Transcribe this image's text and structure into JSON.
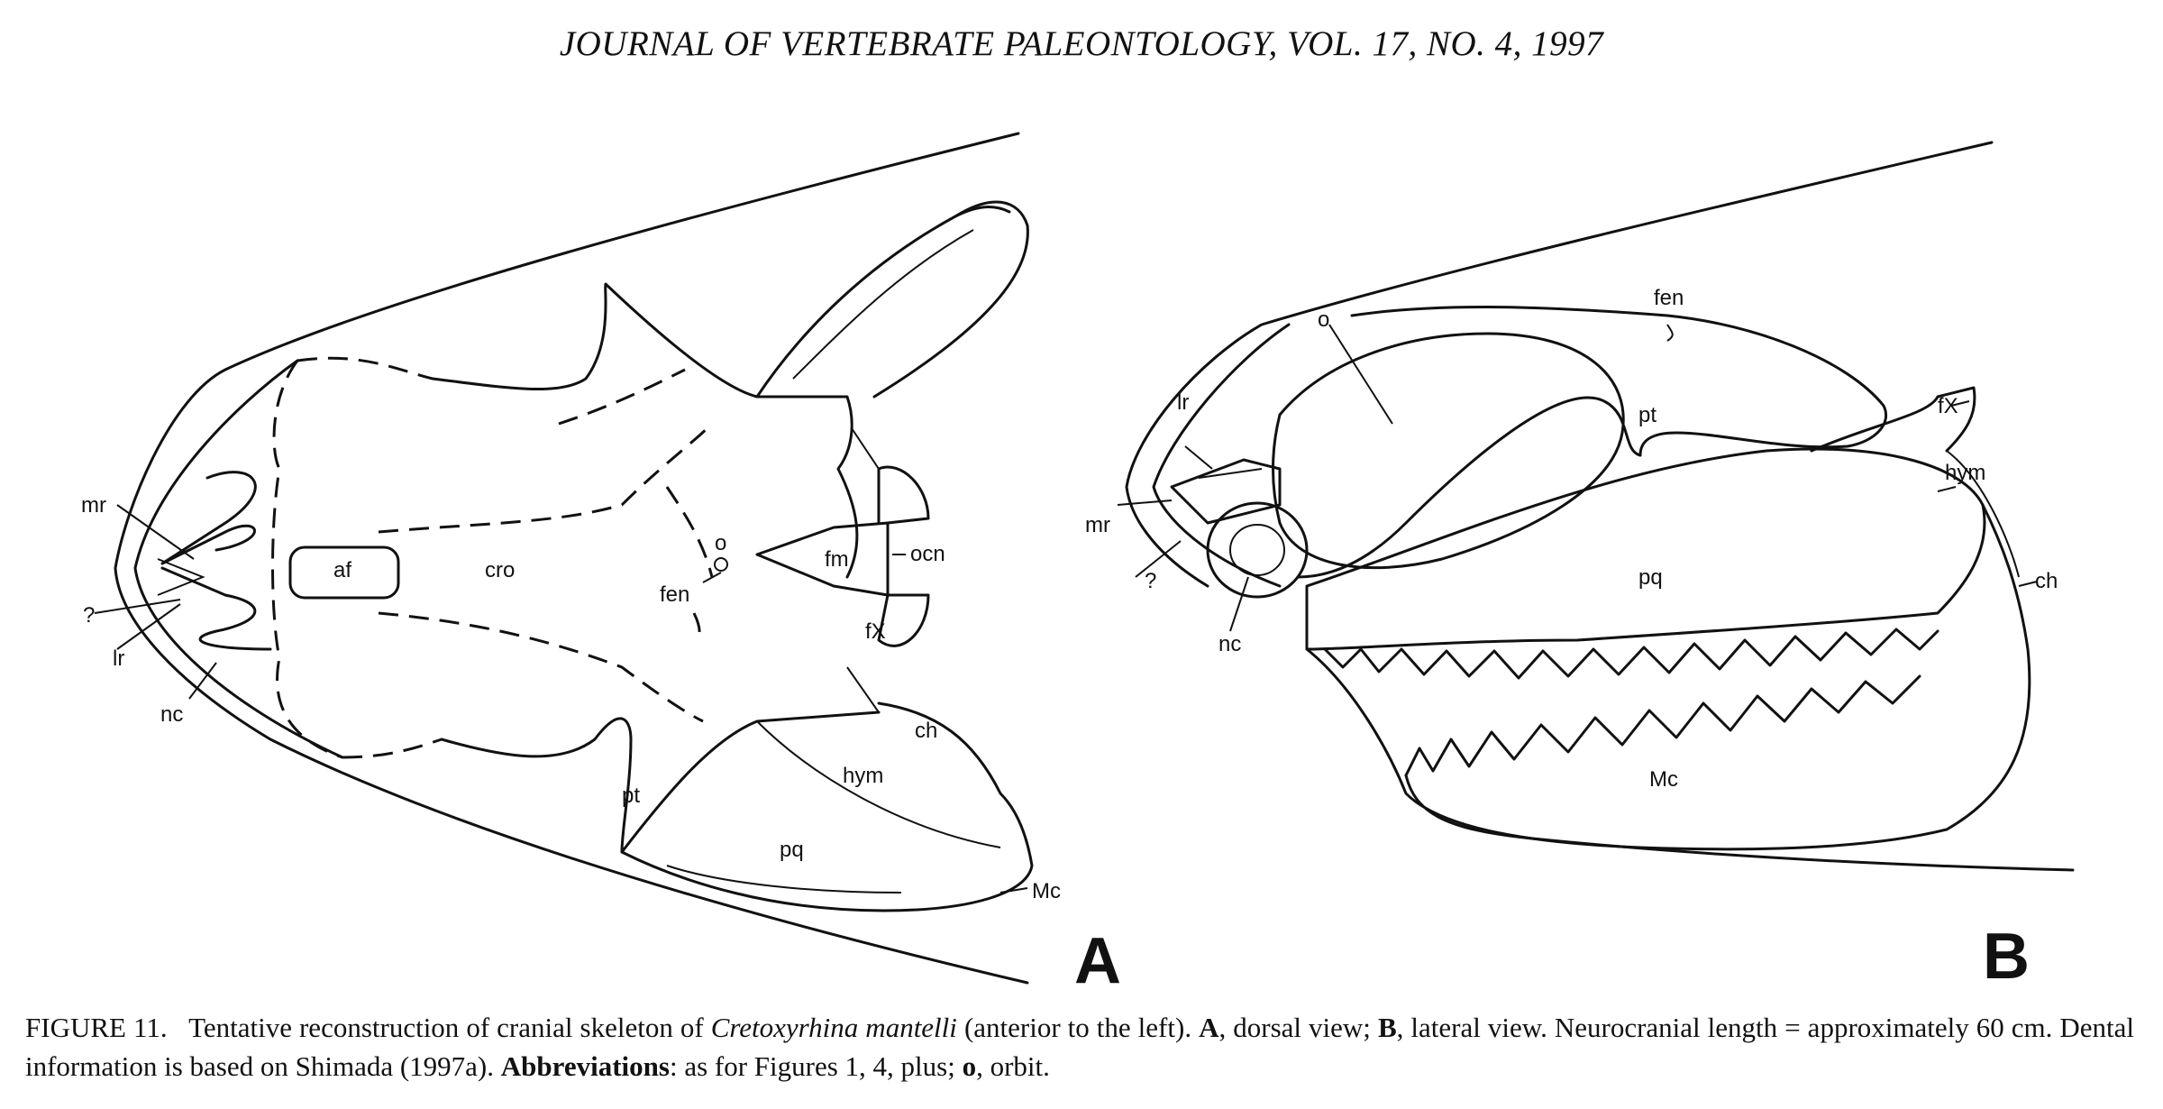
{
  "header": "JOURNAL OF VERTEBRATE PALEONTOLOGY, VOL. 17, NO. 4, 1997",
  "panel_a": {
    "letter": "A",
    "labels": {
      "mr": "mr",
      "q": "?",
      "lr": "lr",
      "nc": "nc",
      "af": "af",
      "cro": "cro",
      "o": "o",
      "fen": "fen",
      "fm": "fm",
      "ocn": "ocn",
      "fX": "fX",
      "ch": "ch",
      "hym": "hym",
      "pt": "pt",
      "pq": "pq",
      "Mc": "Mc"
    }
  },
  "panel_b": {
    "letter": "B",
    "labels": {
      "fen": "fen",
      "o": "o",
      "lr": "lr",
      "pt": "pt",
      "fX": "fX",
      "hym": "hym",
      "mr": "mr",
      "q": "?",
      "pq": "pq",
      "ch": "ch",
      "nc": "nc",
      "Mc": "Mc"
    }
  },
  "caption": {
    "figure_label": "FIGURE 11.",
    "part1": "Tentative reconstruction of cranial skeleton of",
    "species": "Cretoxyrhina mantelli",
    "part2": "(anterior to the left).",
    "a_letter": "A",
    "a_text": ", dorsal view;",
    "b_letter": "B",
    "b_text": ", lateral view. Neurocranial length = approximately 60 cm. Dental information is based on Shimada (1997a).",
    "abbr_label": "Abbreviations",
    "abbr_text": ": as for Figures 1, 4, plus;",
    "o_letter": "o",
    "o_text": ", orbit."
  }
}
